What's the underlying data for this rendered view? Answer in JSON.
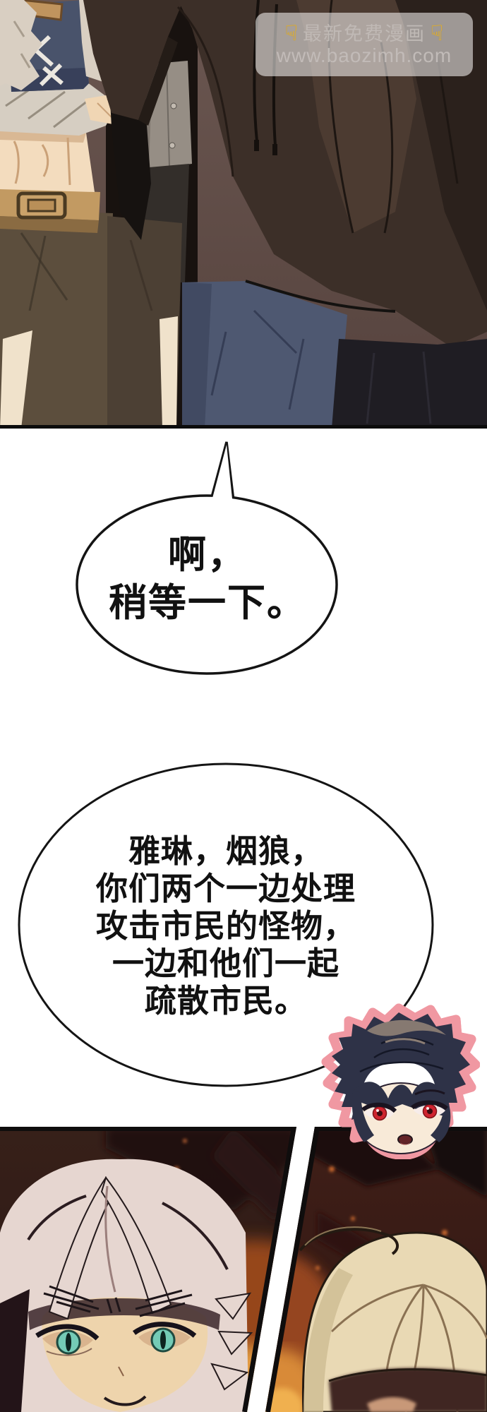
{
  "watermark": {
    "pointer_icon": "☟",
    "title": "最新免费漫画",
    "url": "www.baozimh.com"
  },
  "speech_bubbles": [
    {
      "name": "bubble-1",
      "lines": [
        "啊，",
        "稍等一下。"
      ]
    },
    {
      "name": "bubble-2",
      "lines": [
        "雅琳，烟狼，",
        "你们两个一边处理",
        "攻击市民的怪物，",
        "一边和他们一起",
        "疏散市民。"
      ]
    }
  ],
  "colors": {
    "page_background": "#ffffff",
    "bubble_fill": "#ffffff",
    "bubble_outline": "#141414",
    "watermark_box": "rgba(255,255,255,0.55)",
    "watermark_text": "#c1bab6",
    "watermark_hand_yellow": "#e9b733",
    "chibi_sticker_pink": "#f098a2",
    "chibi_eye_red": "#cf2430",
    "left_character_eye_teal": "#74cbb6",
    "fire_orange": "#d88a38"
  }
}
